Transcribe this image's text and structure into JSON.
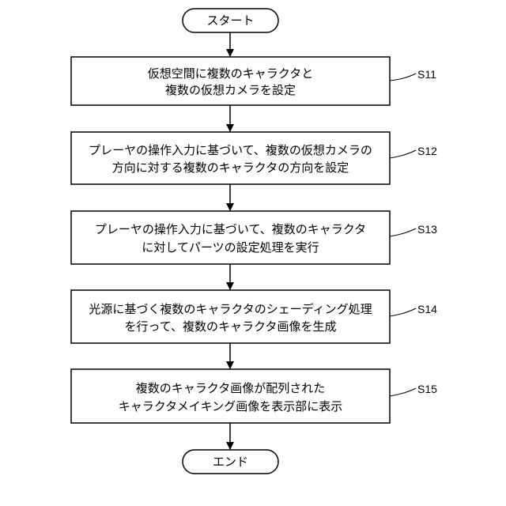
{
  "flowchart": {
    "start": "スタート",
    "end": "エンド",
    "steps": [
      {
        "id": "S11",
        "lines": [
          "仮想空間に複数のキャラクタと",
          "複数の仮想カメラを設定"
        ]
      },
      {
        "id": "S12",
        "lines": [
          "プレーヤの操作入力に基づいて、複数の仮想カメラの",
          "方向に対する複数のキャラクタの方向を設定"
        ]
      },
      {
        "id": "S13",
        "lines": [
          "プレーヤの操作入力に基づいて、複数のキャラクタ",
          "に対してパーツの設定処理を実行"
        ]
      },
      {
        "id": "S14",
        "lines": [
          "光源に基づく複数のキャラクタのシェーディング処理",
          "を行って、複数のキャラクタ画像を生成"
        ]
      },
      {
        "id": "S15",
        "lines": [
          "複数のキャラクタ画像が配列された",
          "キャラクタメイキング画像を表示部に表示"
        ]
      }
    ]
  }
}
